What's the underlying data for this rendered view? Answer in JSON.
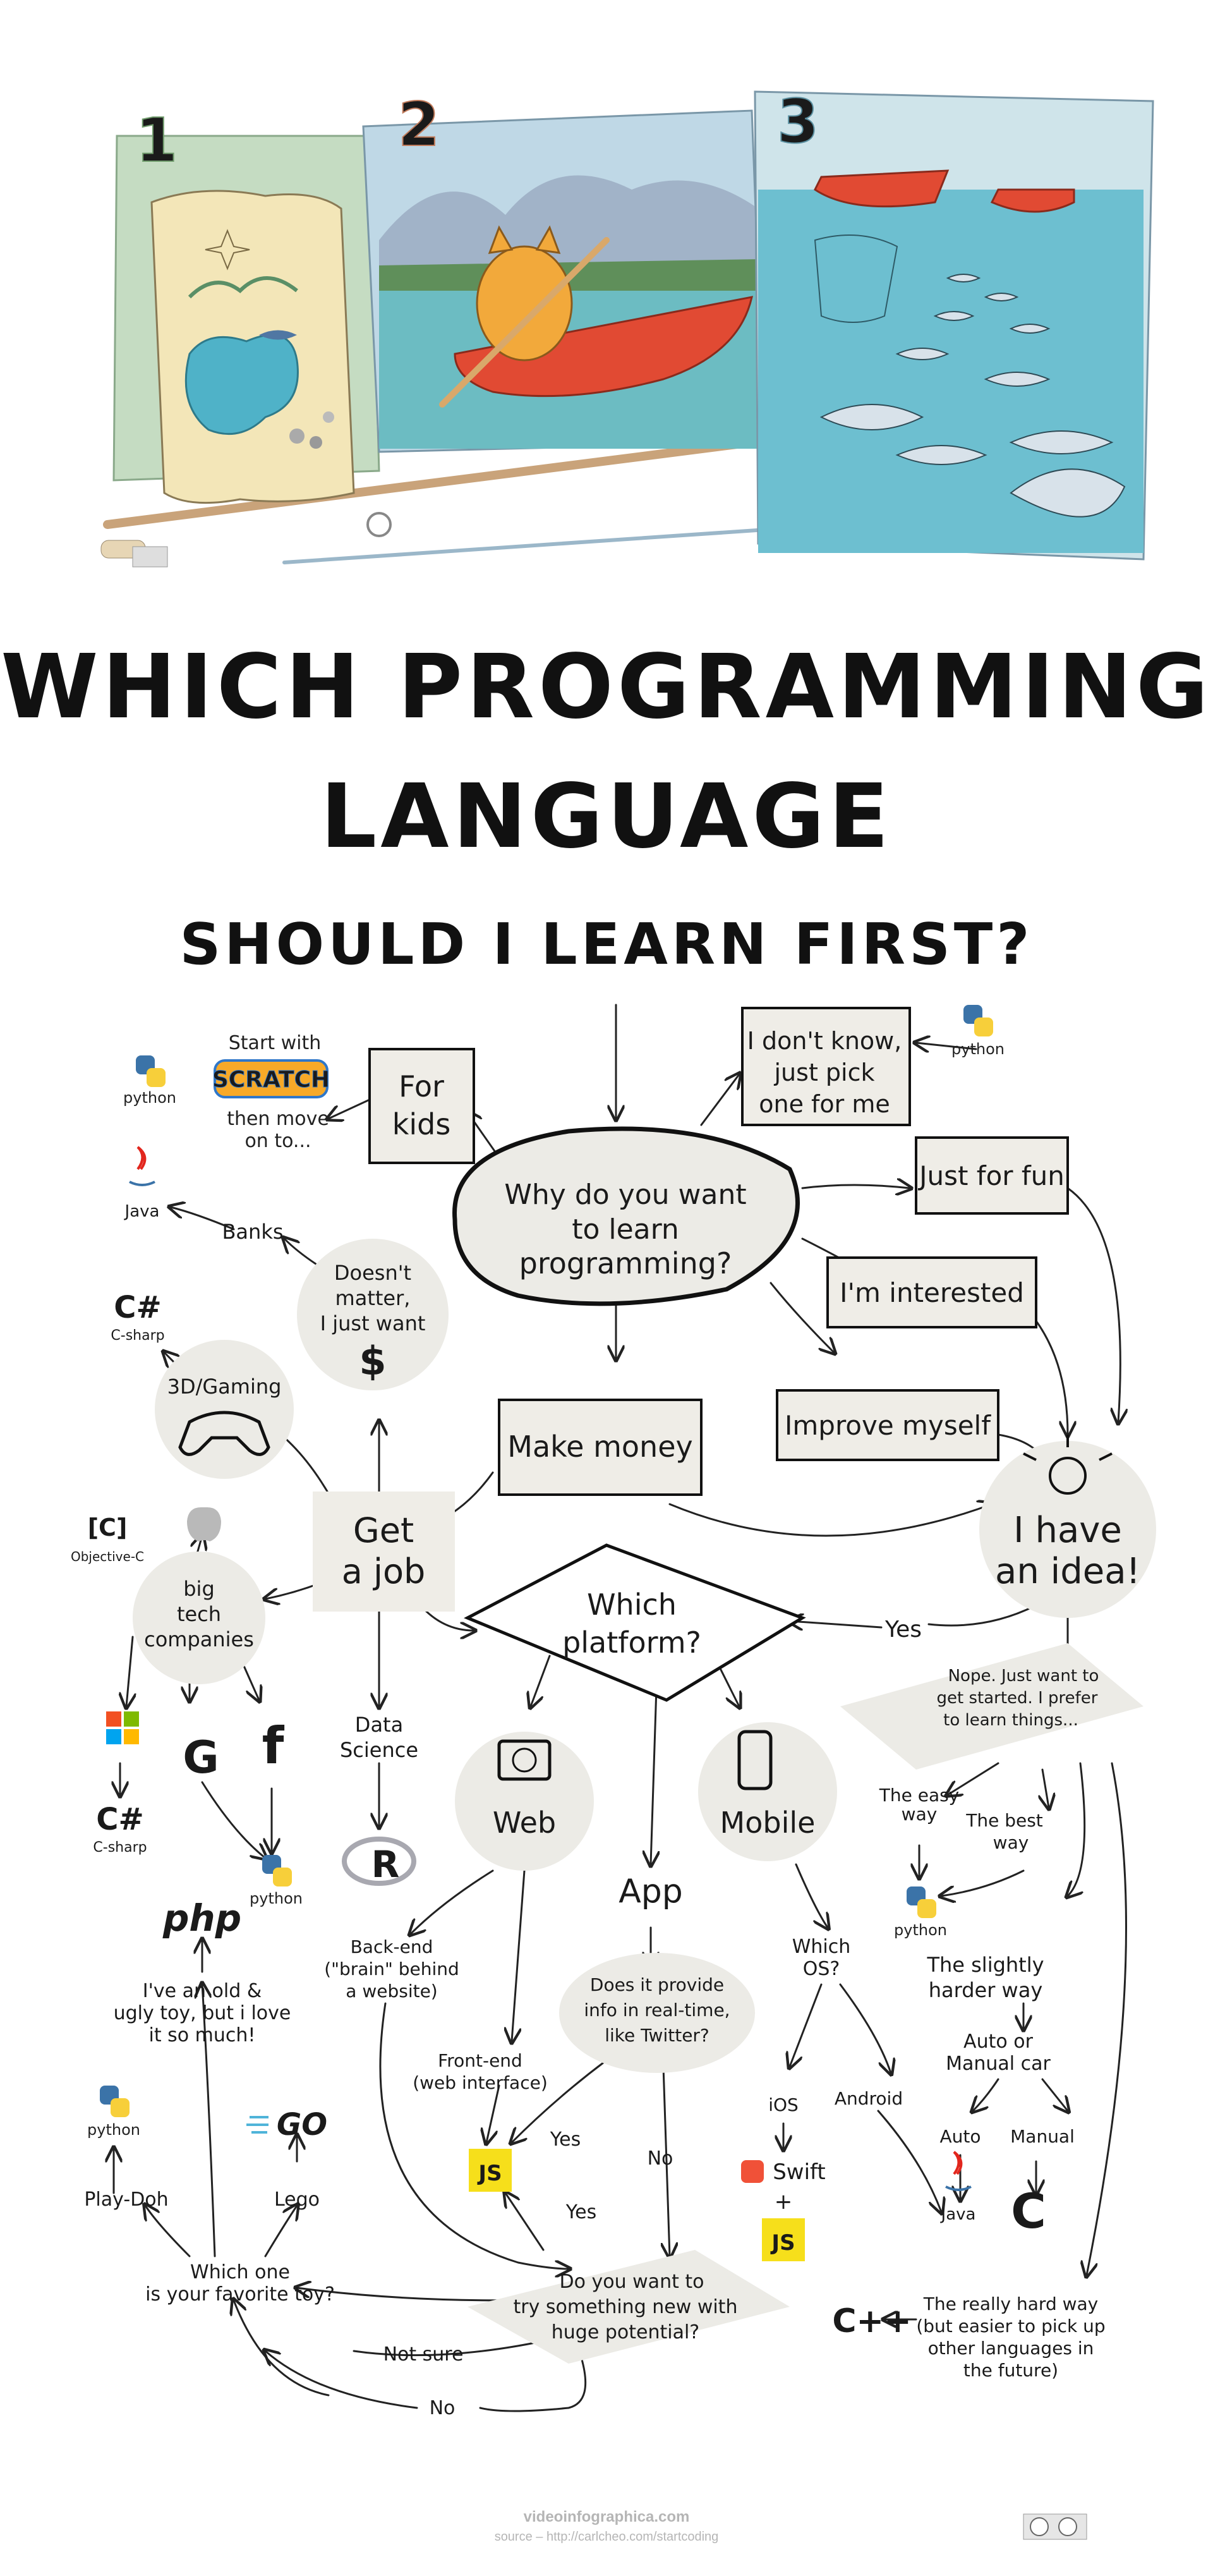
{
  "title": {
    "line1": "WHICH PROGRAMMING",
    "line2": "LANGUAGE",
    "line3": "SHOULD I LEARN FIRST?"
  },
  "panels": [
    "1",
    "2",
    "3"
  ],
  "nodes": {
    "why": [
      "Why do you want",
      "to learn",
      "programming?"
    ],
    "for_kids": [
      "For",
      "kids"
    ],
    "start_scratch_pre": "Start with",
    "scratch_logo": "SCRATCH",
    "start_scratch_post": [
      "then move",
      "on to..."
    ],
    "dont_know": [
      "I don't know,",
      "just pick",
      "one for me"
    ],
    "just_for_fun": "Just for fun",
    "interested": "I'm interested",
    "improve": "Improve myself",
    "make_money": "Make money",
    "have_idea": [
      "I have",
      "an idea!"
    ],
    "get_job": [
      "Get",
      "a job"
    ],
    "doesnt_matter": [
      "Doesn't",
      "matter,",
      "I just want"
    ],
    "banks": "Banks",
    "gaming": "3D/Gaming",
    "big_tech": [
      "big",
      "tech",
      "companies"
    ],
    "data_science": [
      "Data",
      "Science"
    ],
    "which_platform": [
      "Which",
      "platform?"
    ],
    "web": "Web",
    "app": "App",
    "mobile": "Mobile",
    "yes_idea": "Yes",
    "nope": [
      "Nope. Just want to",
      "get started. I prefer",
      "to learn things..."
    ],
    "easy_way": [
      "The easy",
      "way"
    ],
    "best_way": [
      "The best",
      "way"
    ],
    "harder_way": [
      "The slightly",
      "harder way"
    ],
    "auto_manual": [
      "Auto or",
      "Manual car"
    ],
    "auto": "Auto",
    "manual": "Manual",
    "hard_way": [
      "The really hard way",
      "(but easier to pick up",
      "other languages in",
      "the future)"
    ],
    "backend": [
      "Back-end",
      "(\"brain\" behind",
      "a website)"
    ],
    "frontend": [
      "Front-end",
      "(web interface)"
    ],
    "realtime": [
      "Does it provide",
      "info in real-time,",
      "like Twitter?"
    ],
    "rt_yes": "Yes",
    "rt_no": "No",
    "try_new": [
      "Do you want to",
      "try something new with",
      "huge potential?"
    ],
    "try_yes": "Yes",
    "not_sure": "Not sure",
    "try_no": "No",
    "which_os": [
      "Which",
      "OS?"
    ],
    "ios": "iOS",
    "android": "Android",
    "fav_toy": [
      "Which one",
      "is your favorite toy?"
    ],
    "play_doh": "Play-Doh",
    "lego": "Lego",
    "old_toy": [
      "I've an old &",
      "ugly toy, but i love",
      "it so much!"
    ]
  },
  "languages": {
    "python": "python",
    "java": "Java",
    "csharp": "C#",
    "csharp_sub": "C-sharp",
    "objc": "[C]",
    "objc_sub": "Objective-C",
    "r": "R",
    "js": "JS",
    "swift": "Swift",
    "plus": "+",
    "c": "C",
    "cpp": "C++",
    "php": "php",
    "go": "GO",
    "facebook": "f",
    "google": "G",
    "dollar": "$"
  },
  "footer": {
    "site": "videoinfographica.com",
    "source": "source – http://carlcheo.com/startcoding"
  },
  "colors": {
    "blob": "#ecebe6",
    "box": "#efede7",
    "python_blue": "#3b73a8",
    "python_yellow": "#f7cf3a",
    "java_red": "#e2261d",
    "csharp_green": "#27a327",
    "js_yellow": "#f6df1b",
    "swift_red": "#f05138",
    "c_green": "#2fc12f",
    "cpp_blue": "#1f4bb6",
    "go_blue": "#4fb4d9",
    "boat_red": "#e14a33",
    "water": "#74c6cf",
    "cat_orange": "#f2a93b"
  }
}
